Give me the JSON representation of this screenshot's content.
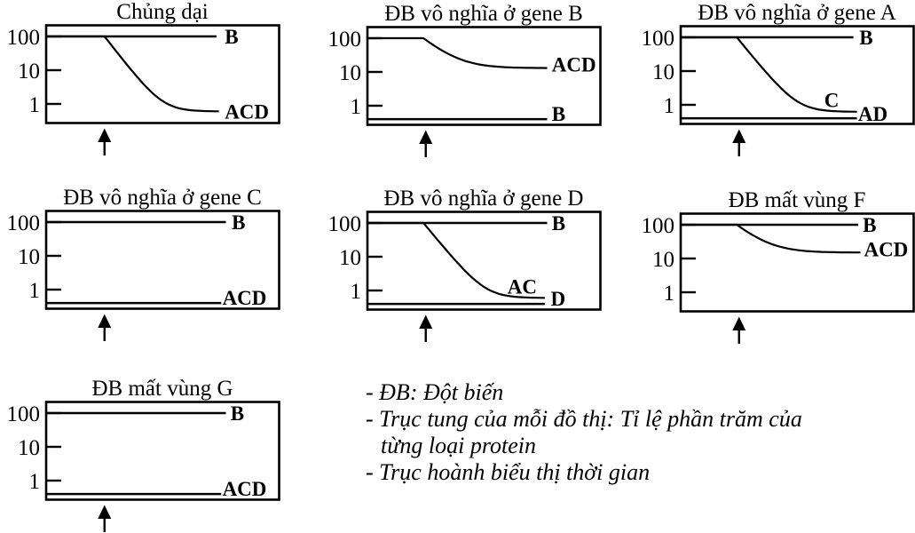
{
  "figure": {
    "background": "#ffffff",
    "ink": "#000000"
  },
  "notes": {
    "lines": [
      {
        "text": "- ĐB: Đột biến"
      },
      {
        "text": "- Trục tung của mỗi đồ thị: Tỉ lệ phần trăm của"
      },
      {
        "text": "từng loại protein"
      },
      {
        "text": "- Trục hoành biểu thị thời gian"
      }
    ]
  },
  "chart_data": [
    {
      "title": "Chủng dại",
      "type": "line",
      "y_scale": "log",
      "y_ticks": [
        100,
        10,
        1
      ],
      "ylim": [
        0.3,
        200
      ],
      "event_arrow_x_frac": 0.25,
      "series": [
        {
          "name": "B",
          "kind": "flat",
          "level": 100,
          "x0": 0,
          "x1": 0.73,
          "label": {
            "text": "B",
            "x_frac": 0.765,
            "v": 100,
            "dy": 8
          }
        },
        {
          "name": "ACD",
          "kind": "decay",
          "start": 100,
          "end": 0.6,
          "t0": 0.25,
          "t1": 0.74,
          "label": {
            "text": "ACD",
            "x_frac": 0.765,
            "v": 0.6,
            "dy": 8
          }
        }
      ]
    },
    {
      "title": "ĐB vô nghĩa ở gene B",
      "type": "line",
      "y_scale": "log",
      "y_ticks": [
        100,
        10,
        1
      ],
      "ylim": [
        0.3,
        200
      ],
      "event_arrow_x_frac": 0.25,
      "series": [
        {
          "name": "ACD",
          "kind": "decay",
          "start": 100,
          "end": 13,
          "t0": 0.24,
          "t1": 0.77,
          "label": {
            "text": "ACD",
            "x_frac": 0.79,
            "v": 13,
            "dy": 4
          }
        },
        {
          "name": "B",
          "kind": "flat",
          "level": 0.4,
          "x0": 0,
          "x1": 0.77,
          "label": {
            "text": "B",
            "x_frac": 0.79,
            "v": 0.4,
            "dy": 2
          }
        }
      ]
    },
    {
      "title": "ĐB vô nghĩa ở gene A",
      "type": "line",
      "y_scale": "log",
      "y_ticks": [
        100,
        10,
        1
      ],
      "ylim": [
        0.3,
        200
      ],
      "event_arrow_x_frac": 0.25,
      "series": [
        {
          "name": "B",
          "kind": "flat",
          "level": 100,
          "x0": 0,
          "x1": 0.74,
          "label": {
            "text": "B",
            "x_frac": 0.765,
            "v": 100,
            "dy": 8
          }
        },
        {
          "name": "C",
          "kind": "decay",
          "start": 100,
          "end": 0.62,
          "t0": 0.24,
          "t1": 0.755,
          "label": {
            "text": "C",
            "x_frac": 0.615,
            "v": 0.85,
            "dy": 0
          }
        },
        {
          "name": "AD",
          "kind": "flat",
          "level": 0.4,
          "x0": 0,
          "x1": 0.755,
          "label": {
            "text": "AD",
            "x_frac": 0.76,
            "v": 0.4,
            "dy": 3
          }
        }
      ]
    },
    {
      "title": "ĐB vô nghĩa ở gene C",
      "type": "line",
      "y_scale": "log",
      "y_ticks": [
        100,
        10,
        1
      ],
      "ylim": [
        0.3,
        200
      ],
      "event_arrow_x_frac": 0.25,
      "series": [
        {
          "name": "B",
          "kind": "flat",
          "level": 100,
          "x0": 0,
          "x1": 0.77,
          "label": {
            "text": "B",
            "x_frac": 0.795,
            "v": 100,
            "dy": 8
          }
        },
        {
          "name": "ACD",
          "kind": "flat",
          "level": 0.4,
          "x0": 0,
          "x1": 0.75,
          "label": {
            "text": "ACD",
            "x_frac": 0.755,
            "v": 0.4,
            "dy": 2
          }
        }
      ]
    },
    {
      "title": "ĐB vô nghĩa ở gene D",
      "type": "line",
      "y_scale": "log",
      "y_ticks": [
        100,
        10,
        1
      ],
      "ylim": [
        0.3,
        200
      ],
      "event_arrow_x_frac": 0.25,
      "series": [
        {
          "name": "B",
          "kind": "flat",
          "level": 100,
          "x0": 0,
          "x1": 0.77,
          "label": {
            "text": "B",
            "x_frac": 0.79,
            "v": 100,
            "dy": 8
          }
        },
        {
          "name": "AC",
          "kind": "decay",
          "start": 100,
          "end": 0.6,
          "t0": 0.24,
          "t1": 0.76,
          "label": {
            "text": "AC",
            "x_frac": 0.6,
            "v": 0.8,
            "dy": 0
          }
        },
        {
          "name": "D",
          "kind": "flat",
          "level": 0.4,
          "x0": 0,
          "x1": 0.76,
          "label": {
            "text": "D",
            "x_frac": 0.785,
            "v": 0.4,
            "dy": 2
          }
        }
      ]
    },
    {
      "title": "ĐB mất vùng F",
      "type": "line",
      "y_scale": "log",
      "y_ticks": [
        100,
        10,
        1
      ],
      "ylim": [
        0.3,
        200
      ],
      "event_arrow_x_frac": 0.25,
      "series": [
        {
          "name": "B",
          "kind": "flat",
          "level": 100,
          "x0": 0,
          "x1": 0.76,
          "label": {
            "text": "B",
            "x_frac": 0.78,
            "v": 100,
            "dy": 8
          }
        },
        {
          "name": "ACD",
          "kind": "decay",
          "start": 100,
          "end": 15,
          "t0": 0.24,
          "t1": 0.77,
          "label": {
            "text": "ACD",
            "x_frac": 0.785,
            "v": 15,
            "dy": 4
          }
        }
      ]
    },
    {
      "title": "ĐB mất vùng G",
      "type": "line",
      "y_scale": "log",
      "y_ticks": [
        100,
        10,
        1
      ],
      "ylim": [
        0.3,
        200
      ],
      "event_arrow_x_frac": 0.25,
      "series": [
        {
          "name": "B",
          "kind": "flat",
          "level": 100,
          "x0": 0,
          "x1": 0.77,
          "label": {
            "text": "B",
            "x_frac": 0.79,
            "v": 100,
            "dy": 8
          }
        },
        {
          "name": "ACD",
          "kind": "flat",
          "level": 0.4,
          "x0": 0,
          "x1": 0.75,
          "label": {
            "text": "ACD",
            "x_frac": 0.755,
            "v": 0.4,
            "dy": 2
          }
        }
      ]
    }
  ]
}
